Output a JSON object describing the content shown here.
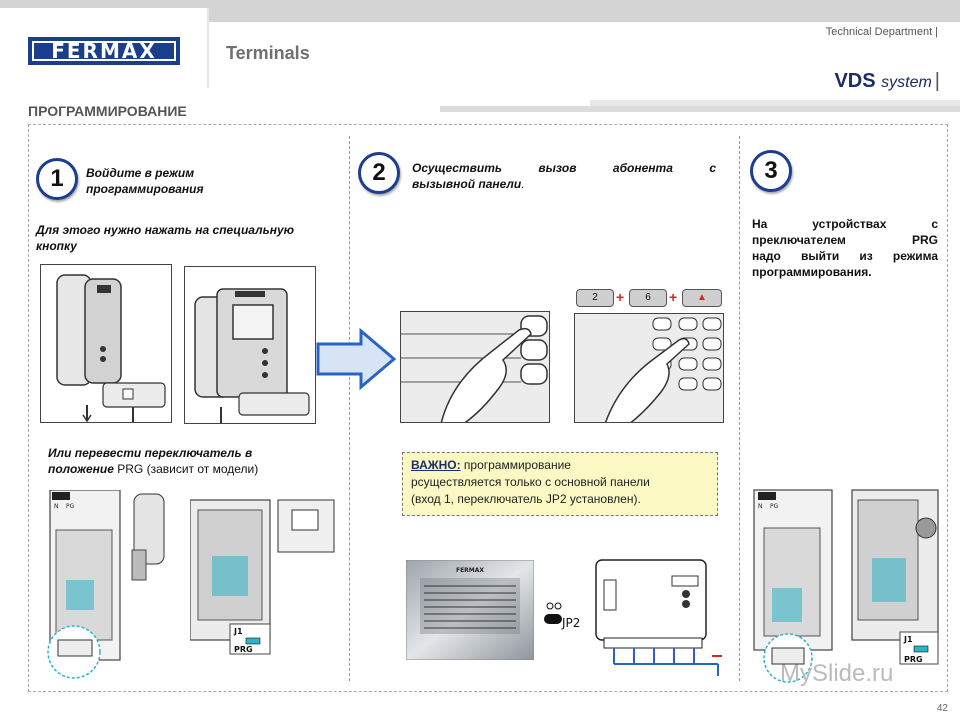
{
  "header": {
    "logo_text": "FERMAX",
    "section": "Terminals",
    "department": "Technical Department",
    "system_name": "VDS",
    "system_suffix": "system",
    "separator": "|",
    "page_title": "ПРОГРАММИРОВАНИЕ"
  },
  "step1": {
    "number": "1",
    "title_line1": "Войдите в режим",
    "title_line2": "программирования",
    "subtitle_line1": "Для этого нужно нажать на специальную",
    "subtitle_line2": "кнопку",
    "alt_line1": "Или перевести переключатель в",
    "alt_line2_bold": "положение",
    "alt_line2_rest": " PRG (зависит от модели)"
  },
  "step2": {
    "number": "2",
    "text_line1": "Осуществить вызов абонента с",
    "text_line2": "вызывной панели",
    "text_line2_end": ".",
    "keys": [
      "2",
      "6",
      "▲"
    ],
    "plus": "+",
    "important_label": "ВАЖНО:",
    "important_text1": " программирование",
    "important_text2": "рсуществляется только с основной панели",
    "important_text3": "(вход 1, переключатель JP2 установлен).",
    "panel_brand": "FERMAX",
    "jp2_label": "JP2"
  },
  "step3": {
    "number": "3",
    "text_line1": "На устройствах с",
    "text_line2": "преключателем PRG",
    "text_line3": "надо выйти из режима",
    "text_line4": "программирования."
  },
  "labels": {
    "j1": "J1",
    "prg": "PRG",
    "n": "N",
    "pg": "PG"
  },
  "footer": {
    "page_number": "42",
    "watermark": "MySlide.ru"
  },
  "colors": {
    "brand_blue": "#1b3e8c",
    "circle_border": "#1d3d8f",
    "arrow_fill": "#d6e4f5",
    "arrow_stroke": "#2a63c6",
    "accent_cyan": "#2bb3c9",
    "plus_red": "#d42a1c",
    "note_bg": "#fcf8c4"
  }
}
